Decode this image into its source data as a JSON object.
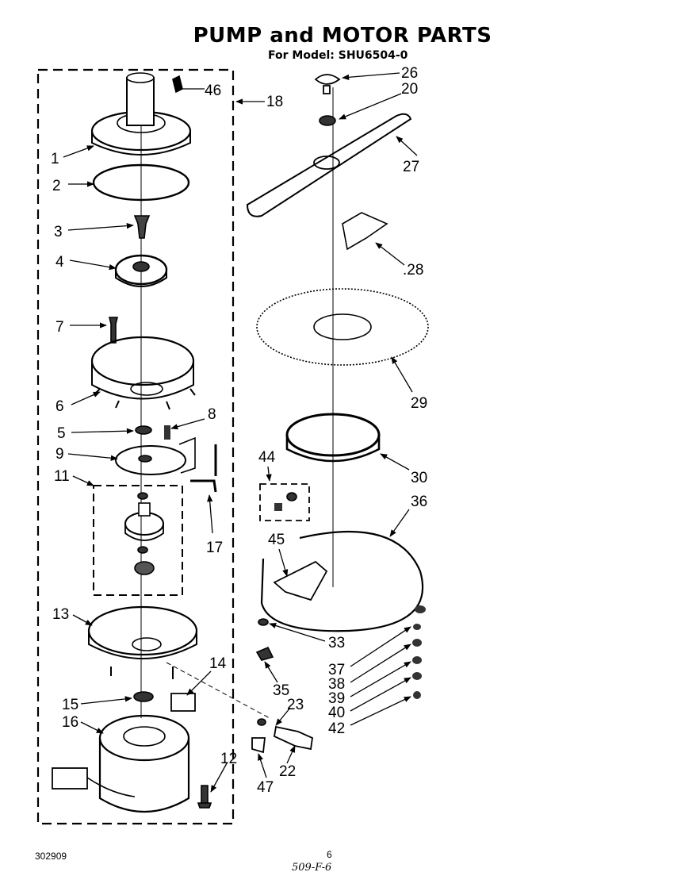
{
  "title": "PUMP and MOTOR PARTS",
  "subtitle": "For Model: SHU6504-0",
  "footer": {
    "code": "302909",
    "page": "6",
    "handwritten": "509-F-6"
  },
  "callouts": {
    "c1": "1",
    "c2": "2",
    "c3": "3",
    "c4": "4",
    "c5": "5",
    "c6": "6",
    "c7": "7",
    "c8": "8",
    "c9": "9",
    "c11": "11",
    "c12": "12",
    "c13": "13",
    "c14": "14",
    "c15": "15",
    "c16": "16",
    "c17": "17",
    "c18": "18",
    "c20": "20",
    "c22": "22",
    "c23": "23",
    "c26": "26",
    "c27": "27",
    "c28": ".28",
    "c29": "29",
    "c30": "30",
    "c33": "33",
    "c35": "35",
    "c36": "36",
    "c37": "37",
    "c38": "38",
    "c39": "39",
    "c40": "40",
    "c42": "42",
    "c44": "44",
    "c45": "45",
    "c46": "46",
    "c47": "47"
  }
}
